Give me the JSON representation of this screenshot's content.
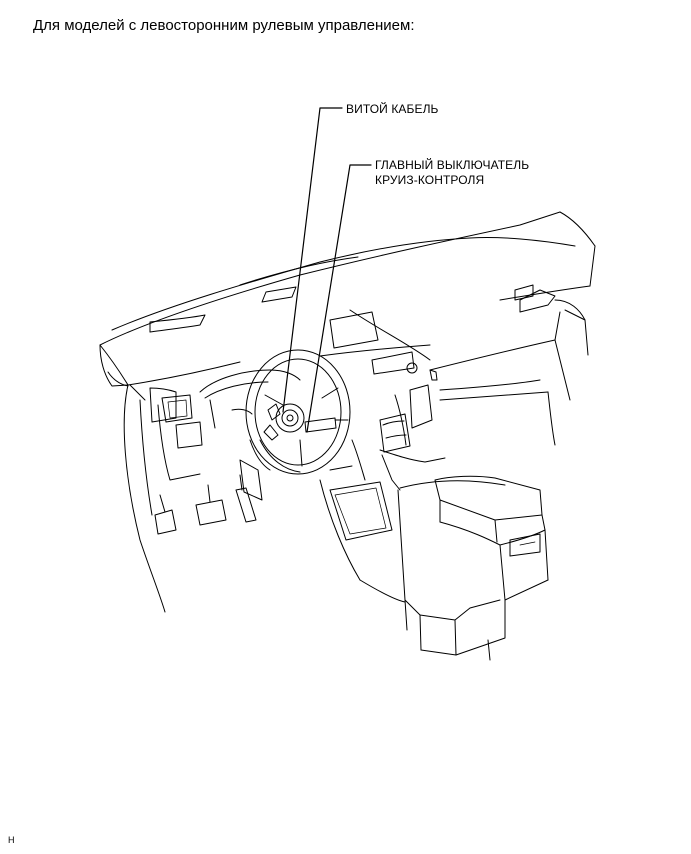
{
  "heading": "Для моделей с левосторонним рулевым управлением:",
  "callouts": {
    "spiral_cable": "ВИТОЙ КАБЕЛЬ",
    "cruise_main_switch_line1": "ГЛАВНЫЙ ВЫКЛЮЧАТЕЛЬ",
    "cruise_main_switch_line2": "КРУИЗ-КОНТРОЛЯ"
  },
  "corner_mark": "H"
}
